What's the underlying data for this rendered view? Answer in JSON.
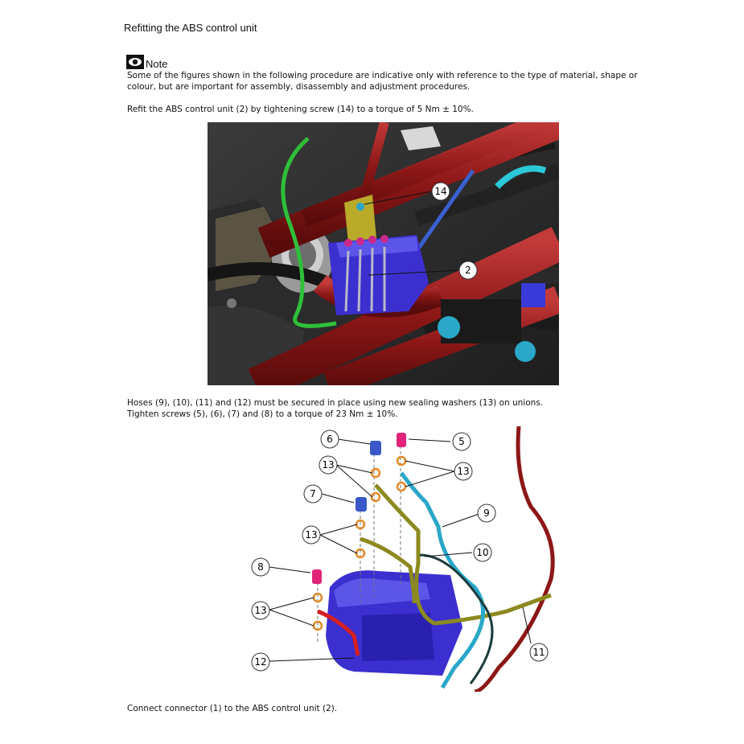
{
  "title": "Refitting the ABS control unit",
  "note": {
    "label": "Note",
    "icon": "eye-icon",
    "text": "Some of the figures shown in the following procedure are indicative only with reference to the type of material, shape or colour, but are important for assembly, disassembly and adjustment procedures."
  },
  "step1": "Refit the ABS control unit (2) by tightening screw (14) to a torque of 5 Nm ± 10%.",
  "figure1": {
    "callouts": [
      "14",
      "2"
    ]
  },
  "step2_line1": "Hoses (9), (10), (11) and (12) must be secured in place using new sealing washers (13) on unions.",
  "step2_line2": "Tighten screws (5), (6), (7) and (8) to a torque of 23 Nm ± 10%.",
  "figure2": {
    "callouts": [
      "6",
      "5",
      "13",
      "13",
      "7",
      "9",
      "13",
      "10",
      "8",
      "13",
      "11",
      "12"
    ]
  },
  "step3": "Connect connector (1) to the ABS control unit (2).",
  "colors": {
    "frame": "#9b1c1c",
    "abs_unit": "#3b2fd0",
    "green_hose": "#2fbf3a",
    "olive_hose": "#8c8a1e",
    "cyan_hose": "#2aa7c9",
    "pink_screw": "#e0247a"
  }
}
